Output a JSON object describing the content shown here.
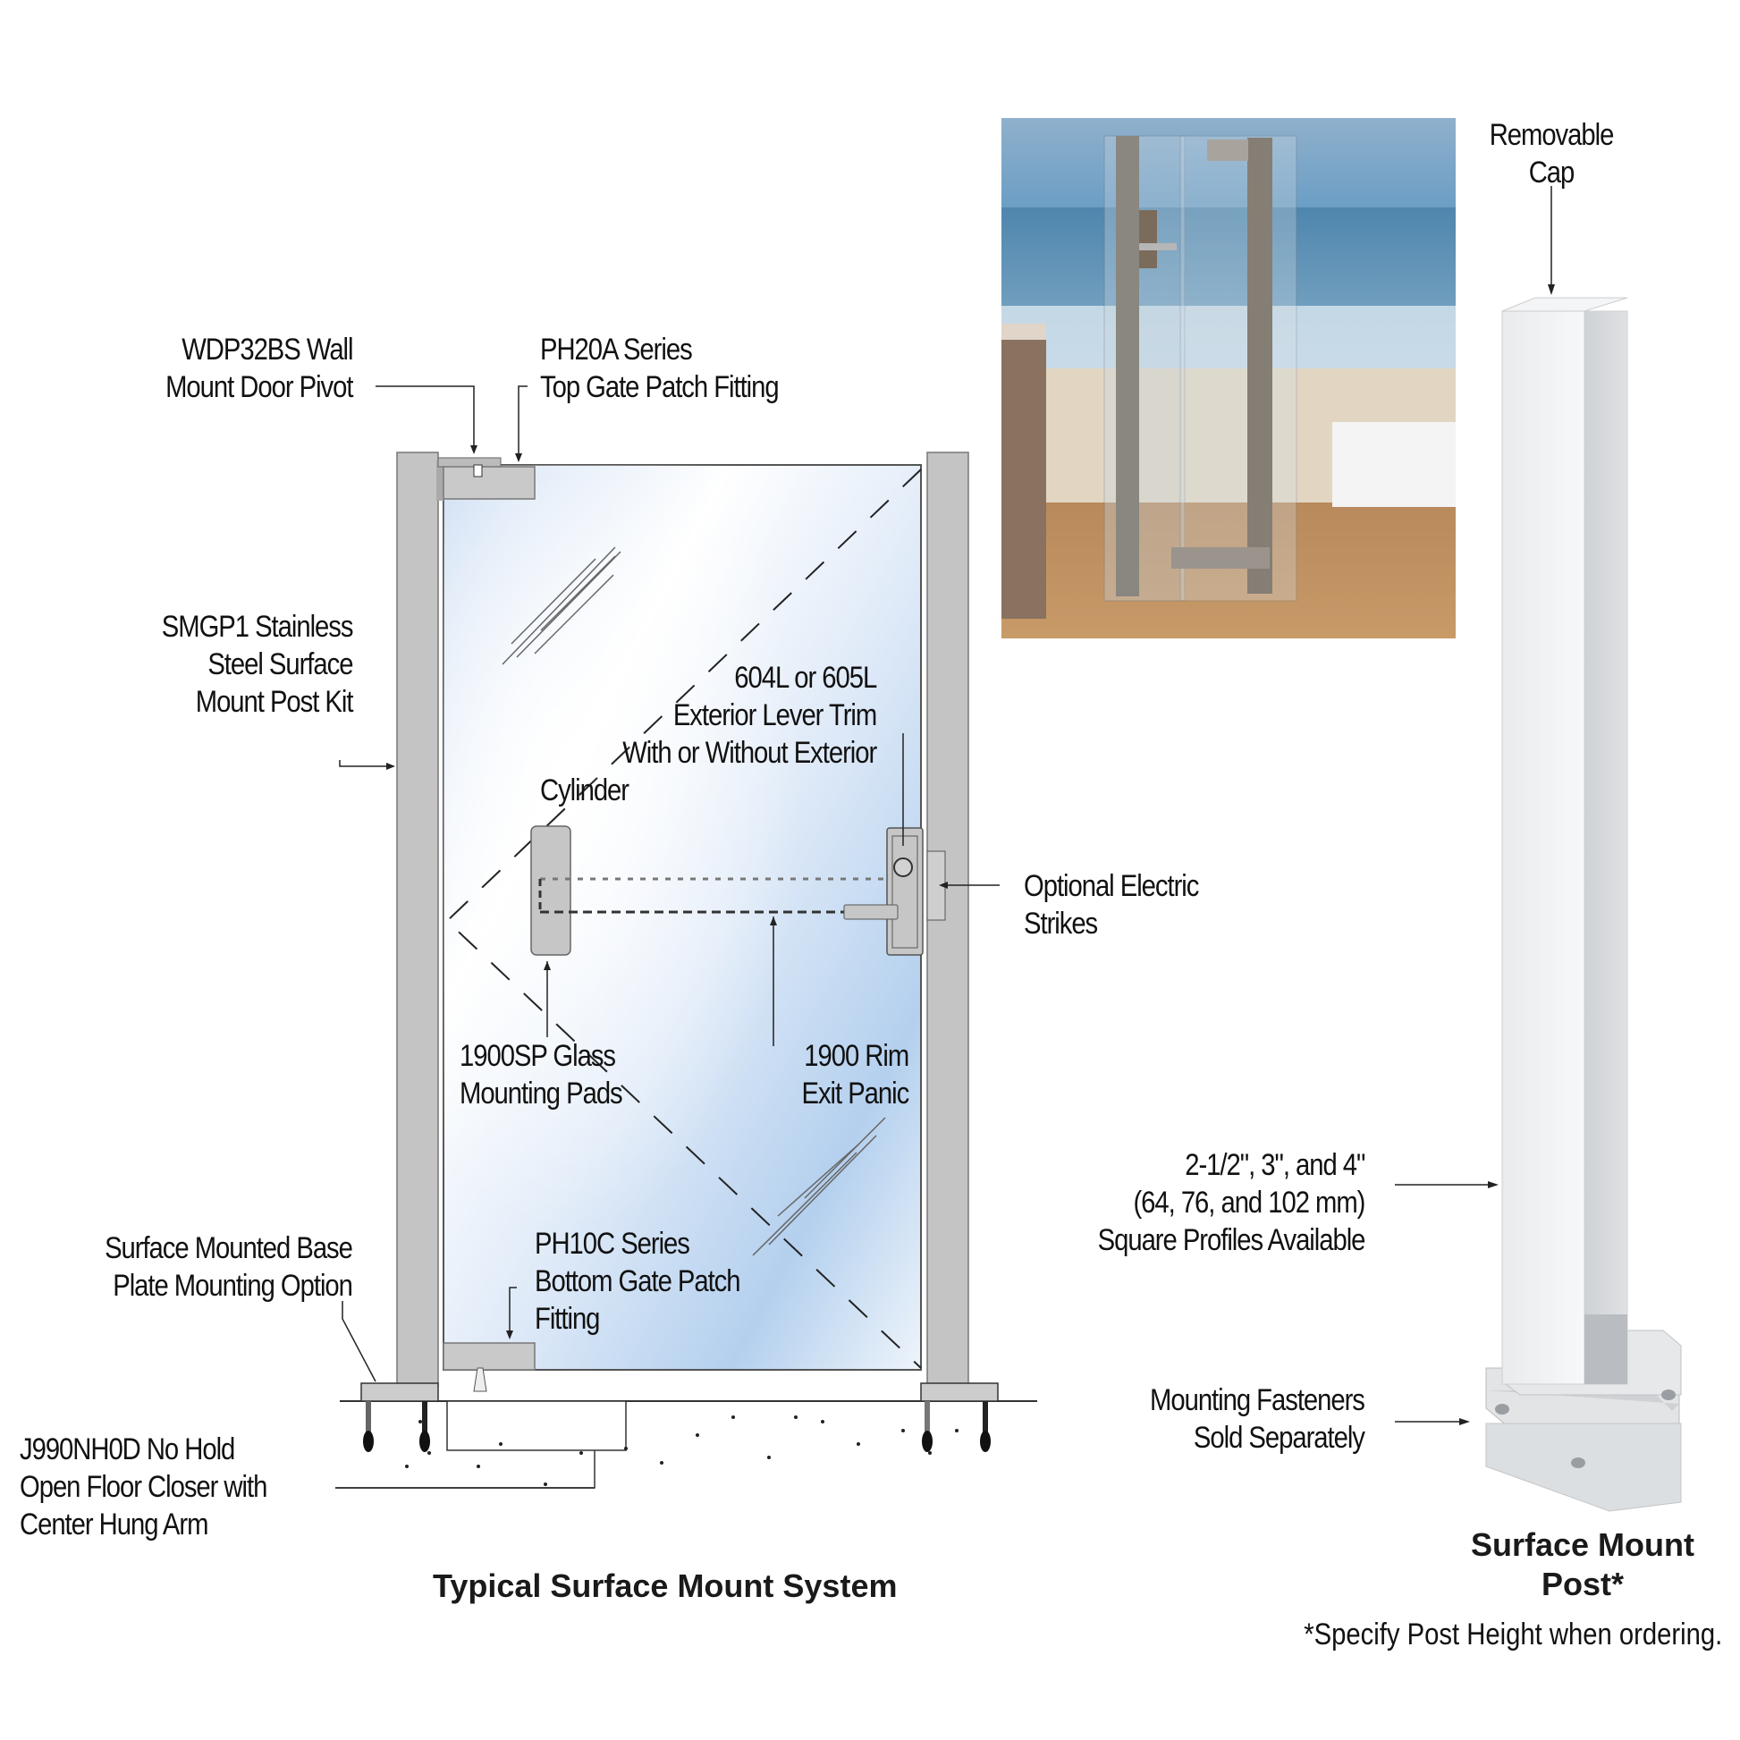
{
  "diagram": {
    "title": "Typical Surface Mount System",
    "labels": {
      "wall_pivot": [
        "WDP32BS Wall",
        "Mount Door Pivot"
      ],
      "top_patch": [
        "PH20A Series",
        "Top Gate Patch Fitting"
      ],
      "post_kit": [
        "SMGP1 Stainless",
        "Steel Surface",
        "Mount Post Kit"
      ],
      "lever_trim": [
        "604L or 605L",
        "Exterior Lever Trim",
        "With or Without Exterior",
        "Cylinder"
      ],
      "electric_strikes": [
        "Optional Electric",
        "Strikes"
      ],
      "mounting_pads": [
        "1900SP Glass",
        "Mounting Pads"
      ],
      "exit_panic": [
        "1900 Rim",
        "Exit Panic"
      ],
      "bottom_patch": [
        "PH10C Series",
        "Bottom Gate Patch",
        "Fitting"
      ],
      "base_plate": [
        "Surface Mounted Base",
        "Plate Mounting Option"
      ],
      "floor_closer": [
        "J990NH0D No Hold",
        "Open Floor Closer with",
        "Center Hung Arm"
      ]
    }
  },
  "photo": {
    "description": "Glass gate with stainless steel posts on beach deck"
  },
  "post": {
    "cap_label": [
      "Removable",
      "Cap"
    ],
    "profiles_label": [
      "2-1/2\", 3\", and 4\"",
      "(64, 76, and 102 mm)",
      "Square Profiles Available"
    ],
    "fasteners_label": [
      "Mounting Fasteners",
      "Sold Separately"
    ],
    "title": [
      "Surface Mount",
      "Post*"
    ],
    "footnote": "*Specify Post Height when ordering."
  },
  "colors": {
    "post_gray": "#c4c4c4",
    "glass_blue": "#9fc3e8",
    "line": "#222222"
  }
}
